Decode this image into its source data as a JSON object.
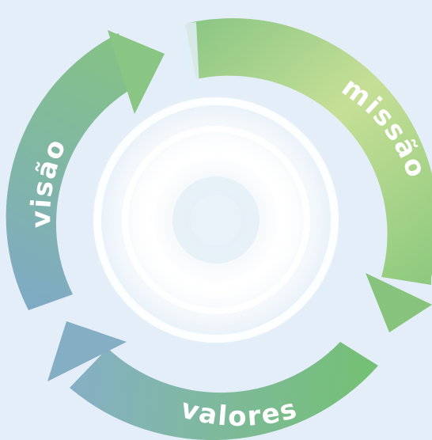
{
  "cycle": {
    "segments": [
      {
        "key": "missao",
        "label": "missão"
      },
      {
        "key": "valores",
        "label": "valores"
      },
      {
        "key": "visao",
        "label": "visão"
      }
    ]
  },
  "colors": {
    "background": "#e3eef8",
    "green_light": "#c6df96",
    "green_mid": "#86c47e",
    "teal": "#7fb2c4",
    "blue_grey": "#82aec8",
    "center_white": "#ffffff"
  }
}
